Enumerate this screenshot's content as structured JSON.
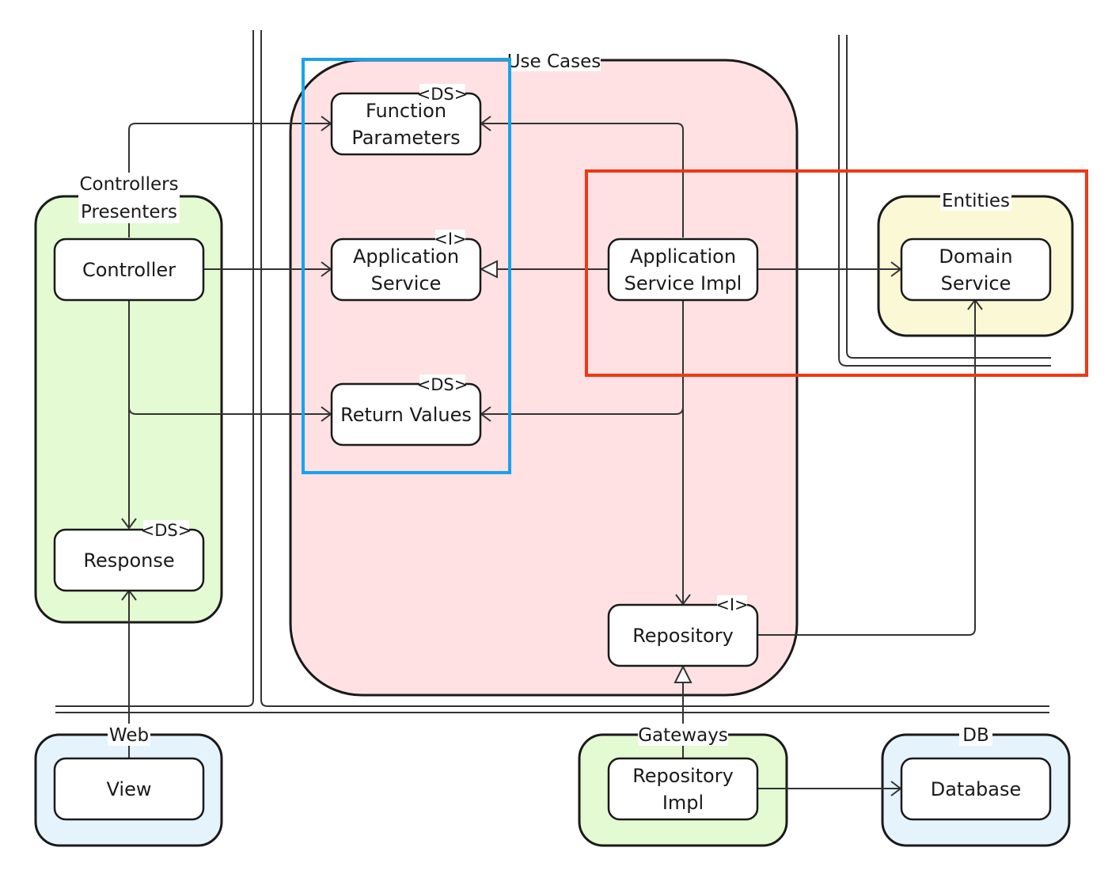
{
  "groups": {
    "use_cases": "Use Cases",
    "controllers_line1": "Controllers",
    "controllers_line2": "Presenters",
    "entities": "Entities",
    "web": "Web",
    "gateways": "Gateways",
    "db": "DB"
  },
  "nodes": {
    "function_parameters": {
      "line1": "Function",
      "line2": "Parameters",
      "stereotype": "<DS>"
    },
    "application_service": {
      "line1": "Application",
      "line2": "Service",
      "stereotype": "<I>"
    },
    "return_values": {
      "label": "Return Values",
      "stereotype": "<DS>"
    },
    "application_service_impl": {
      "line1": "Application",
      "line2": "Service Impl"
    },
    "domain_service": {
      "line1": "Domain",
      "line2": "Service"
    },
    "controller": {
      "label": "Controller"
    },
    "response": {
      "label": "Response",
      "stereotype": "<DS>"
    },
    "repository": {
      "label": "Repository",
      "stereotype": "<I>"
    },
    "view": {
      "label": "View"
    },
    "repository_impl": {
      "line1": "Repository",
      "line2": "Impl"
    },
    "database": {
      "label": "Database"
    }
  },
  "colors": {
    "use_cases_fill": "#ffe1e3",
    "controllers_fill": "#e3fad2",
    "entities_fill": "#fbf8d6",
    "web_fill": "#e5f3fd",
    "gateways_fill": "#e3fad2",
    "db_fill": "#e5f3fd",
    "blue_highlight": "#17a2f0",
    "red_highlight": "#f03813"
  }
}
